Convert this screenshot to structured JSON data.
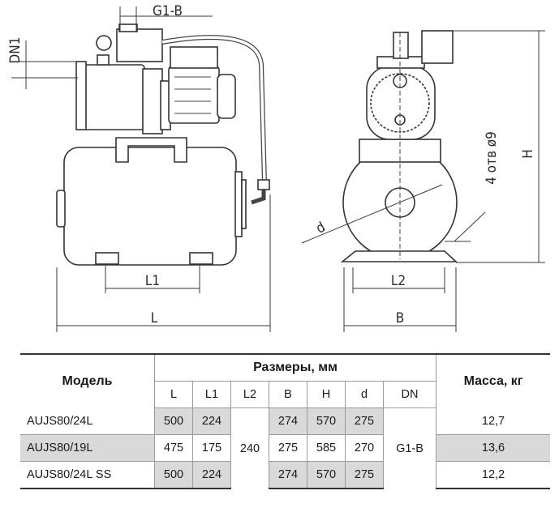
{
  "diagram": {
    "labels": {
      "dn1": "DN1",
      "g1b": "G1-B",
      "l1": "L1",
      "l": "L",
      "l2": "L2",
      "b": "B",
      "d": "d",
      "h": "H",
      "holes": "4 отв ø9"
    }
  },
  "table": {
    "model_header": "Модель",
    "dimensions_header": "Размеры, мм",
    "mass_header": "Масса, кг",
    "columns": [
      "L",
      "L1",
      "L2",
      "B",
      "H",
      "d",
      "DN"
    ],
    "rows": [
      {
        "model": "AUJS80/24L",
        "L": "500",
        "L1": "224",
        "B": "274",
        "H": "570",
        "d": "275",
        "mass": "12,7"
      },
      {
        "model": "AUJS80/19L",
        "L": "475",
        "L1": "175",
        "B": "275",
        "H": "585",
        "d": "270",
        "mass": "13,6"
      },
      {
        "model": "AUJS80/24L SS",
        "L": "500",
        "L1": "224",
        "B": "274",
        "H": "570",
        "d": "275",
        "mass": "12,2"
      }
    ],
    "shared": {
      "L2": "240",
      "DN": "G1-B"
    }
  },
  "colors": {
    "shade": "#d9d9d9",
    "line": "#333333"
  }
}
